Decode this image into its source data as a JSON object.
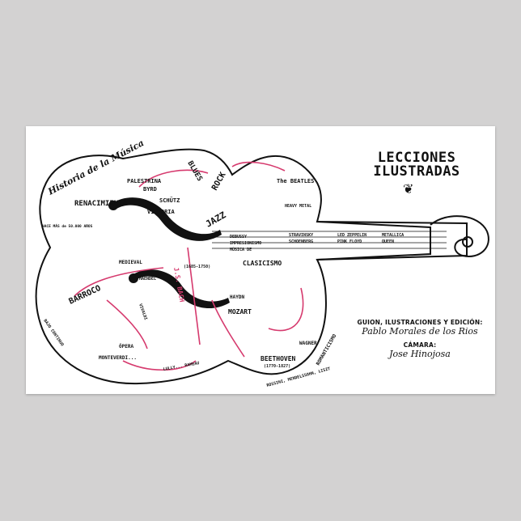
{
  "poster": {
    "title_line1": "LECCIONES",
    "title_line2": "ILUSTRADAS",
    "ornament": "❦",
    "credits": [
      {
        "role": "GUION, ILUSTRACIONES Y EDICIÓN:",
        "name": "Pablo Morales de los Rios"
      },
      {
        "role": "CÁMARA:",
        "name": "Jose Hinojosa"
      }
    ],
    "colors": {
      "ink": "#111111",
      "accent": "#d63a6e",
      "backdrop": "#d3d2d2",
      "paper": "#ffffff"
    }
  },
  "illustration": {
    "subject": "cello",
    "labels": [
      "Historia de la Música",
      "PALESTRINA",
      "BYRD",
      "SCHÜTZ",
      "RENACIMIENTO",
      "VICTORIA",
      "BLUES",
      "ROCK",
      "JAZZ",
      "The BEATLES",
      "HEAVY METAL",
      "DEBUSSY",
      "IMPRESIONISMO",
      "MÚSICA DE",
      "STRAVINSKY",
      "SCHOENBERG",
      "LED ZEPPELIN",
      "METALLICA",
      "PINK FLOYD",
      "QUEEN",
      "CLASICISMO",
      "HAYDN",
      "MOZART",
      "BEETHOVEN",
      "(1770-1827)",
      "WAGNER",
      "ROMANTICISMO",
      "ROSSINI, MENDELSSOHN, LISZT",
      "BARROCO",
      "J.S. BACH",
      "(1685-1750)",
      "VIVALDI",
      "HAENDEL",
      "ÓPERA",
      "MONTEVERDI...",
      "LULLY... RAMEAU",
      "MEDIEVAL",
      "HACE MÁS de 50.000 AÑOS",
      "BAJO CONTINUO"
    ]
  }
}
